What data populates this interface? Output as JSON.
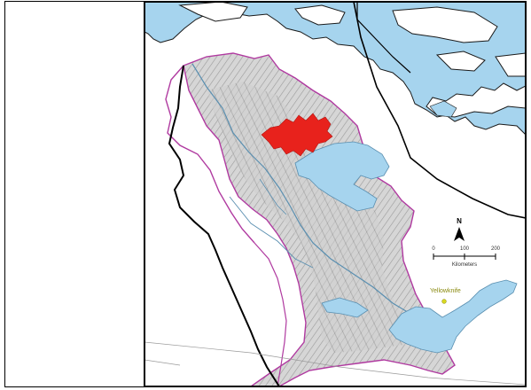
{
  "map": {
    "north_label": "N",
    "scale_ticks": [
      "0",
      "100",
      "200"
    ],
    "scale_unit": "Kilometers",
    "place_label": "Yellowknife"
  },
  "colors": {
    "water": "#a6d4ee",
    "terrain": "#d4d4d4",
    "highlight_area": "#e8221c",
    "basin_boundary": "#b03aa0",
    "political_boundary": "#000000",
    "place_marker": "#d8d820"
  },
  "icons": {
    "north_arrow": "north-arrow-icon",
    "place_marker": "city-dot-icon"
  }
}
